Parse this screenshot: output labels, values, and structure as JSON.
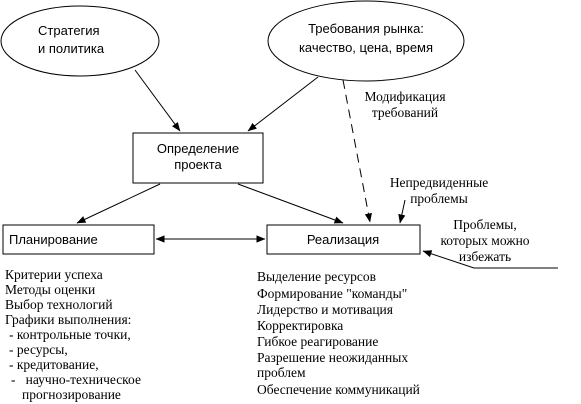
{
  "nodes": {
    "strategy": {
      "line1": "Стратегия",
      "line2": "и политика"
    },
    "market": {
      "line1": "Требования рынка:",
      "line2": "качество, цена, время"
    },
    "definition": {
      "line1": "Определение",
      "line2": "проекта"
    },
    "planning": {
      "label": "Планирование"
    },
    "realization": {
      "label": "Реализация"
    }
  },
  "annotations": {
    "modification": {
      "line1": "Модификация",
      "line2": "требований"
    },
    "unforeseen": {
      "line1": "Непредвиденные",
      "line2": "проблемы"
    },
    "avoidable": {
      "line1": "Проблемы,",
      "line2": "которых можно",
      "line3": "избежать"
    }
  },
  "planning_list": [
    "Критерии успеха",
    "Методы оценки",
    "Выбор технологий",
    "Графики выполнения:",
    "- контрольные точки,",
    "- ресурсы,",
    "- кредитование,",
    "-   научно-техническое",
    "прогнозирование"
  ],
  "realization_list": [
    "Выделение ресурсов",
    "Формирование \"команды\"",
    "Лидерство и мотивация",
    "Корректировка",
    "Гибкое реагирование",
    "Разрешение неожиданных",
    "проблем",
    "Обеспечение коммуникаций"
  ]
}
